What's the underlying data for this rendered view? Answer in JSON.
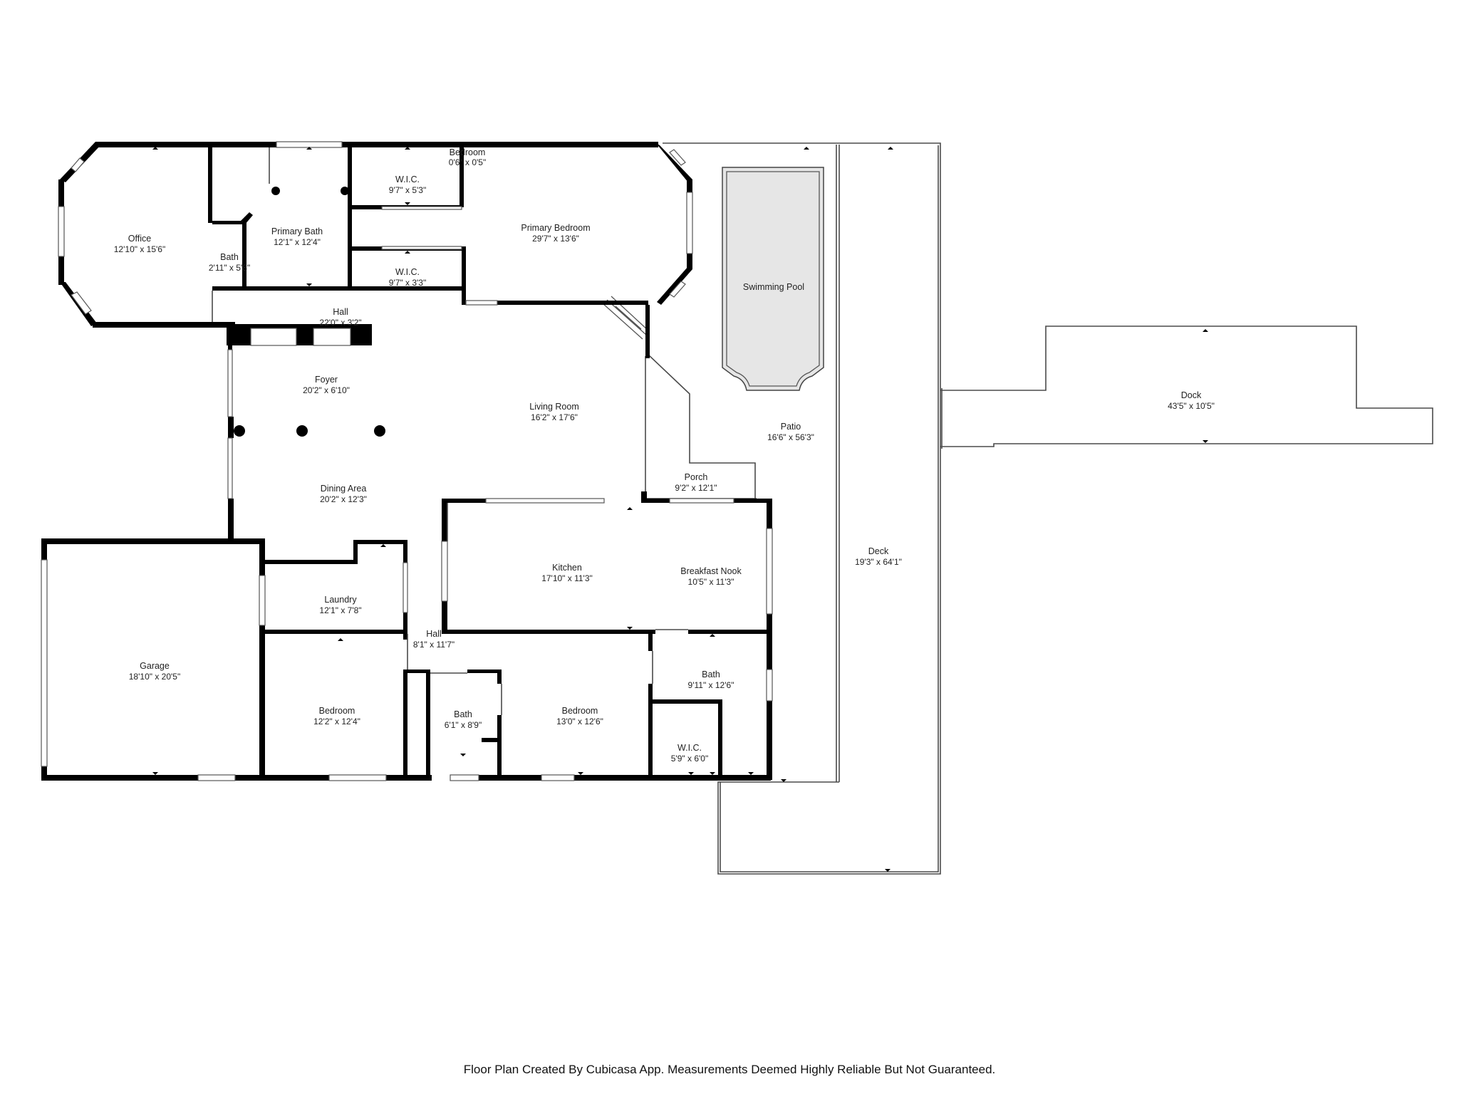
{
  "footer": "Floor Plan Created By Cubicasa App. Measurements Deemed Highly Reliable But Not Guaranteed.",
  "rooms": [
    {
      "name": "Office",
      "dim": "12'10\" x 15'6\""
    },
    {
      "name": "Bath",
      "dim": "2'11\" x 5'8\""
    },
    {
      "name": "Primary Bath",
      "dim": "12'1\" x 12'4\""
    },
    {
      "name": "W.I.C.",
      "dim": "9'7\" x 5'3\""
    },
    {
      "name": "Bedroom",
      "dim": "0'6\" x 0'5\""
    },
    {
      "name": "Primary Bedroom",
      "dim": "29'7\" x 13'6\""
    },
    {
      "name": "W.I.C.",
      "dim": "9'7\" x 3'3\""
    },
    {
      "name": "Hall",
      "dim": "22'0\" x 3'2\""
    },
    {
      "name": "Swimming Pool",
      "dim": ""
    },
    {
      "name": "Foyer",
      "dim": "20'2\" x 6'10\""
    },
    {
      "name": "Living Room",
      "dim": "16'2\" x 17'6\""
    },
    {
      "name": "Patio",
      "dim": "16'6\" x 56'3\""
    },
    {
      "name": "Dock",
      "dim": "43'5\" x 10'5\""
    },
    {
      "name": "Porch",
      "dim": "9'2\" x 12'1\""
    },
    {
      "name": "Dining Area",
      "dim": "20'2\" x 12'3\""
    },
    {
      "name": "Kitchen",
      "dim": "17'10\" x 11'3\""
    },
    {
      "name": "Breakfast Nook",
      "dim": "10'5\" x 11'3\""
    },
    {
      "name": "Laundry",
      "dim": "12'1\" x 7'8\""
    },
    {
      "name": "Garage",
      "dim": "18'10\" x 20'5\""
    },
    {
      "name": "Deck",
      "dim": "19'3\" x 64'1\""
    },
    {
      "name": "Hall",
      "dim": "8'1\" x 11'7\""
    },
    {
      "name": "Bath",
      "dim": "9'11\" x 12'6\""
    },
    {
      "name": "Bedroom",
      "dim": "12'2\" x 12'4\""
    },
    {
      "name": "Bath",
      "dim": "6'1\" x 8'9\""
    },
    {
      "name": "Bedroom",
      "dim": "13'0\" x 12'6\""
    },
    {
      "name": "W.I.C.",
      "dim": "5'9\" x 6'0\""
    }
  ]
}
